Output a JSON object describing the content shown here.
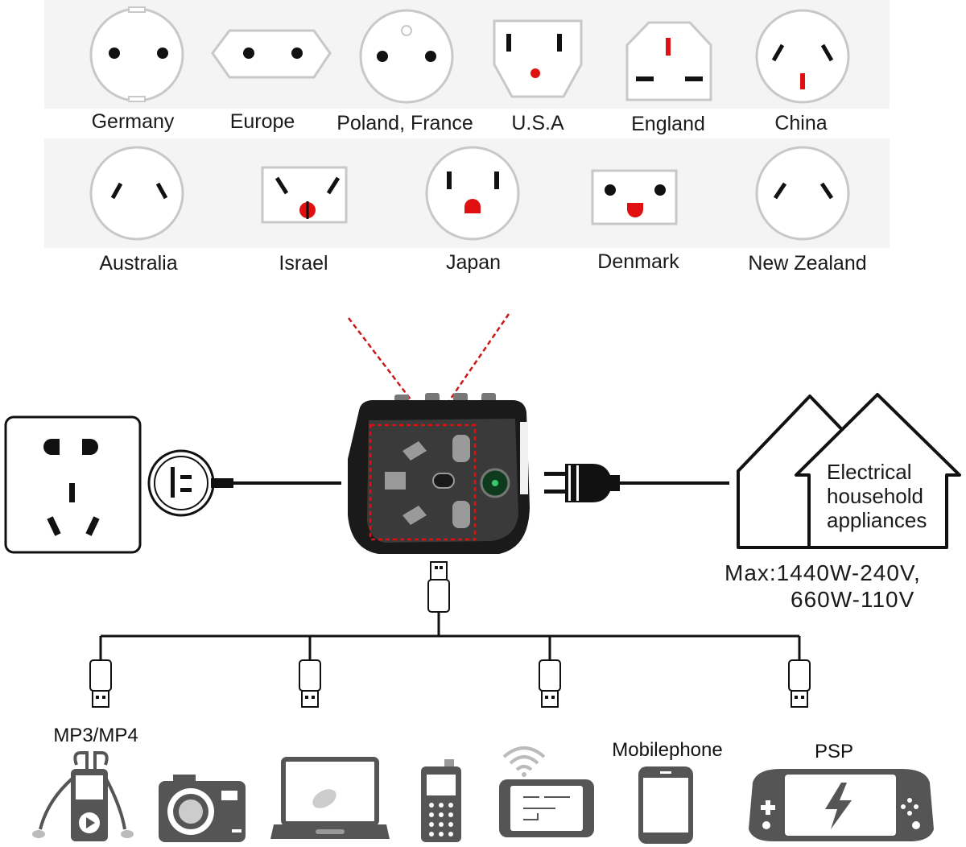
{
  "sockets_row1": [
    {
      "label": "Germany"
    },
    {
      "label": "Europe"
    },
    {
      "label": "Poland, France"
    },
    {
      "label": "U.S.A"
    },
    {
      "label": "England"
    },
    {
      "label": "China"
    }
  ],
  "sockets_row2": [
    {
      "label": "Australia"
    },
    {
      "label": "Israel"
    },
    {
      "label": "Japan"
    },
    {
      "label": "Denmark"
    },
    {
      "label": "New Zealand"
    }
  ],
  "house": {
    "line1": "Electrical",
    "line2": "household",
    "line3": "appliances"
  },
  "max_rating": {
    "line1": "Max:1440W-240V,",
    "line2": "660W-110V"
  },
  "devices": {
    "mp3_label": "MP3/MP4",
    "mobile_label": "Mobilephone",
    "psp_label": "PSP"
  },
  "colors": {
    "band_bg": "#f4f4f4",
    "socket_outline": "#c8c8c8",
    "pin_black": "#111111",
    "pin_red": "#e01010",
    "device_gray": "#555555"
  }
}
